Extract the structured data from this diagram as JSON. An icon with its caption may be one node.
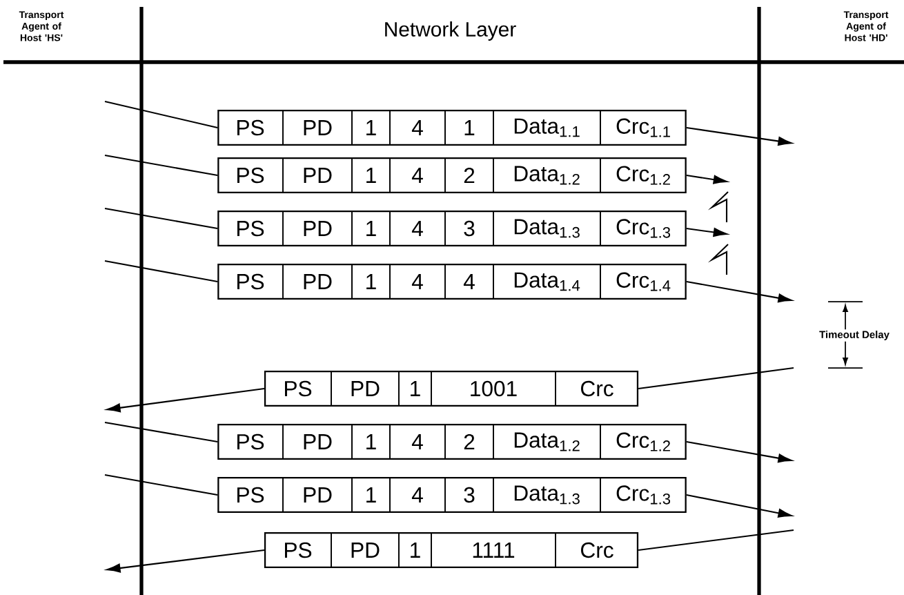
{
  "diagram": {
    "title": "Network Layer",
    "nodes": [
      {
        "text": [
          "PS",
          "PD",
          "1",
          "4",
          "1",
          "Data$_{1.1}$",
          "Crc$_{1.1}$"
        ]
      },
      {
        "text": [
          "PS",
          "PD",
          "1",
          "4",
          "2",
          "Data$_{1.2}$",
          "Crc$_{1.2}$"
        ]
      },
      {
        "text": [
          "PS",
          "PD",
          "1",
          "4",
          "3",
          "Data$_{1.3}$",
          "Crc$_{1.3}$"
        ]
      },
      {
        "text": [
          "PS",
          "PD",
          "1",
          "4",
          "4",
          "Data$_{1.4}$",
          "Crc$_{1.4}$"
        ]
      },
      {
        "text": [
          "PS",
          "PD",
          "1",
          "1001",
          "Crc"
        ]
      },
      {
        "text": [
          "PS",
          "PD",
          "1",
          "4",
          "2",
          "Data$_{1.2}$",
          "Crc$_{1.2}$"
        ]
      },
      {
        "text": [
          "PS",
          "PD",
          "1",
          "4",
          "3",
          "Data$_{1.3}$",
          "Crc$_{1.3}$"
        ]
      },
      {
        "text": [
          "PS",
          "PD",
          "1",
          "1111",
          "Crc"
        ]
      },
      {
        "text": [],
        "shape": "bolt"
      },
      {
        "text": [],
        "shape": "bolt"
      }
    ],
    "edges": [
      {
        "from": null,
        "to": 0,
        "arrow": "none"
      },
      {
        "from": 0,
        "to": null,
        "arrow": "to"
      },
      {
        "from": null,
        "to": 1,
        "arrow": "none"
      },
      {
        "from": 1,
        "to": 8,
        "arrow": "to"
      },
      {
        "from": null,
        "to": 2,
        "arrow": "none"
      },
      {
        "from": 2,
        "to": 9,
        "arrow": "to"
      },
      {
        "from": null,
        "to": 3,
        "arrow": "none"
      },
      {
        "from": 3,
        "to": null,
        "arrow": "to"
      },
      {
        "from": null,
        "to": 4,
        "arrow": "none"
      },
      {
        "from": 4,
        "to": null,
        "arrow": "to"
      },
      {
        "from": null,
        "to": 5,
        "arrow": "none"
      },
      {
        "from": 5,
        "to": null,
        "arrow": "to"
      },
      {
        "from": null,
        "to": 6,
        "arrow": "none"
      },
      {
        "from": 6,
        "to": null,
        "arrow": "to"
      },
      {
        "from": null,
        "to": 7,
        "arrow": "none"
      },
      {
        "from": 7,
        "to": null,
        "arrow": "to"
      }
    ],
    "labels": [
      "Transport Agent of Host 'HS'",
      "Transport Agent of Host 'HD'",
      "Timeout Delay"
    ]
  }
}
